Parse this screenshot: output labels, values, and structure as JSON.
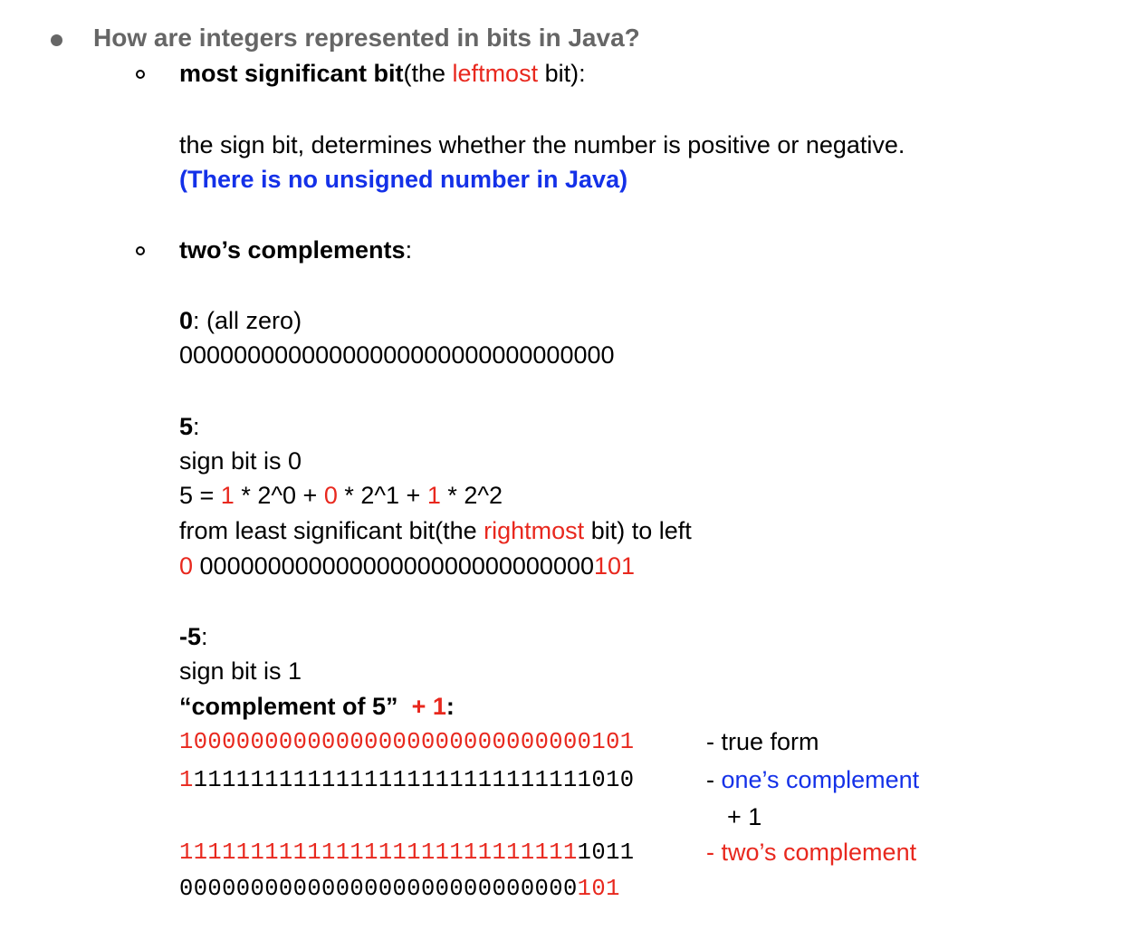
{
  "heading": "How are integers represented in bits in Java?",
  "msb": {
    "label": "most significant bit",
    "paren_open": "(the ",
    "leftmost": "leftmost",
    "paren_close": " bit):",
    "desc": "the sign bit, determines whether the number is positive or negative.",
    "note": "(There is no unsigned number in Java)"
  },
  "twos": {
    "label": "two’s complements",
    "colon": ":"
  },
  "zero": {
    "label": "0",
    "desc": ": (all zero)",
    "bits": "00000000000000000000000000000000"
  },
  "five": {
    "label": "5",
    "colon": ":",
    "sign": "sign bit is 0",
    "eq_prefix": "5 = ",
    "eq_d1": "1",
    "eq_p1": " * 2^0 + ",
    "eq_d2": "0",
    "eq_p2": " * 2^1 + ",
    "eq_d3": "1",
    "eq_p3": " * 2^2",
    "order_a": "from least significant bit(the ",
    "rightmost": "rightmost",
    "order_b": " bit) to left",
    "bits_sign": "0",
    "bits_mid": " 00000000000000000000000000000",
    "bits_tail": "101"
  },
  "neg_five": {
    "label": "-5",
    "colon": ":",
    "sign": "sign bit is 1",
    "rule_a": "“complement of 5”",
    "rule_plus": "+ 1",
    "rule_colon": ":",
    "true_sign": "1",
    "true_rest": "0000000000000000000000000000101",
    "true_label": "- true form",
    "ones_sign": "1",
    "ones_rest": "1111111111111111111111111111010",
    "ones_dash": "- ",
    "ones_label": "one’s complement",
    "plus_one": "+ 1",
    "twos_sign": "1",
    "twos_ones": "111111111111111111111111111",
    "twos_tail": "1011",
    "twos_label": "- two’s complement",
    "check_zeros": "0000000000000000000000000000",
    "check_tail": "101"
  },
  "colors": {
    "red": "#e8281e",
    "blue": "#1431e8",
    "gray": "#666666"
  }
}
